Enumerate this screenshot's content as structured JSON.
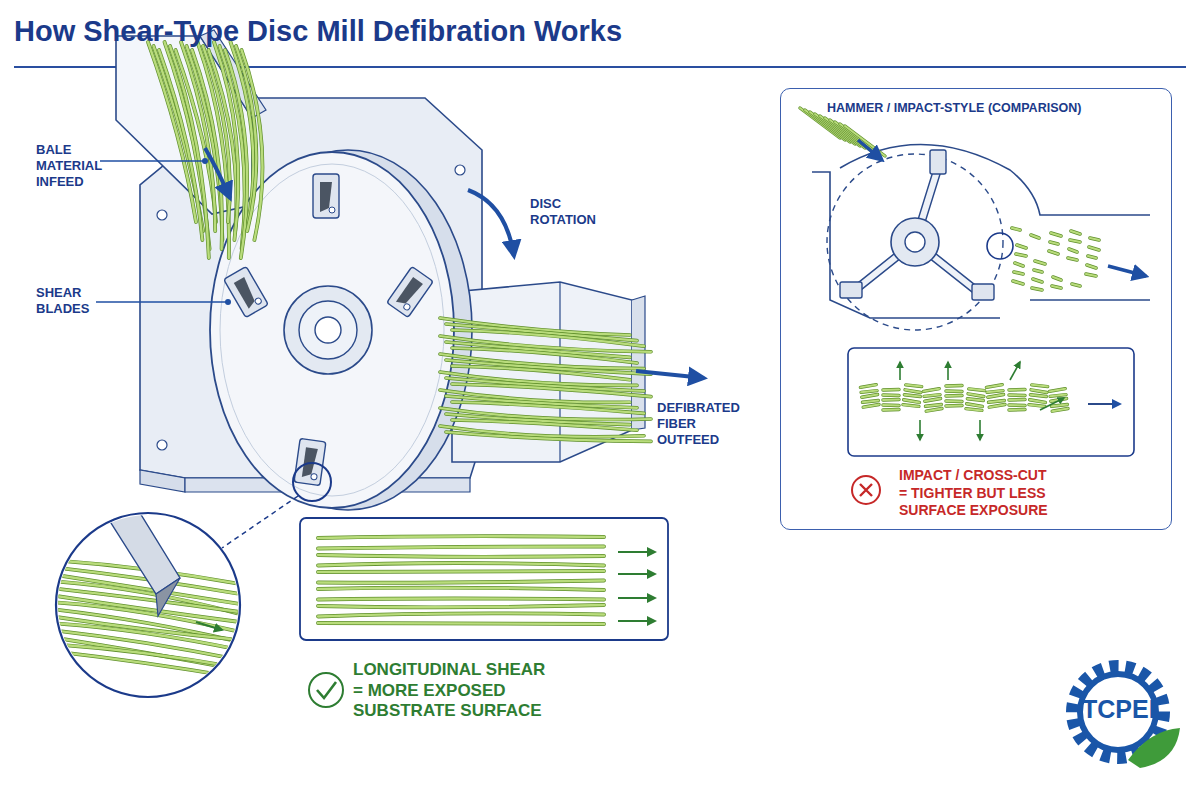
{
  "diagram": {
    "title": "How Shear-Type Disc Mill Defibration Works",
    "nodes": [
      {
        "text": [
          "HAMMER / IMPACT-STYLE (COMPARISON)",
          "IMPACT / CROSS-CUT = TIGHTER BUT LESS SURFACE EXPOSURE"
        ]
      }
    ],
    "labels": [
      "BALE MATERIAL INFEED",
      "SHEAR BLADES",
      "DISC ROTATION",
      "DEFIBRATED FIBER OUTFEED",
      "LONGITUDINAL SHEAR = MORE EXPOSED SUBSTRATE SURFACE",
      "TCPEL"
    ]
  }
}
